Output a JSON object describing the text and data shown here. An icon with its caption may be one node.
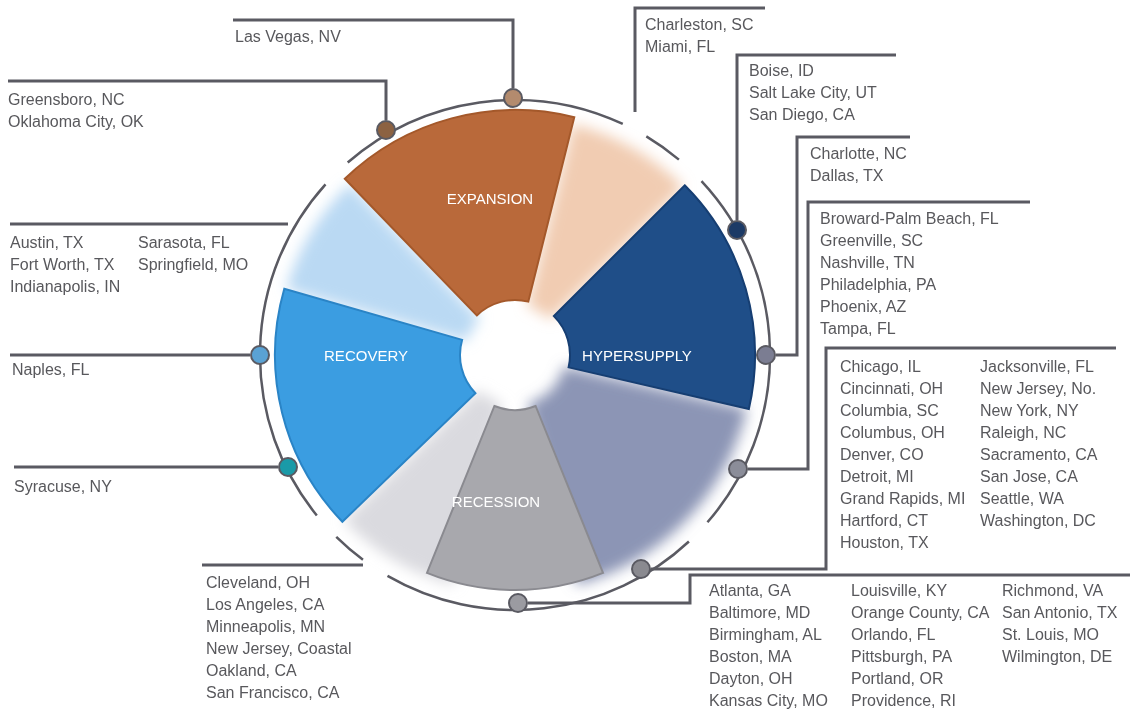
{
  "diagram": {
    "nodes": [
      {
        "text": [
          "Las Vegas, NV"
        ]
      },
      {
        "text": [
          "Greensboro, NC",
          "Oklahoma City, OK"
        ]
      },
      {
        "text": [
          "Charleston, SC",
          "Miami, FL"
        ]
      },
      {
        "text": [
          "Boise, ID",
          "Salt Lake City, UT",
          "San Diego, CA"
        ]
      },
      {
        "text": [
          "Charlotte, NC",
          "Dallas, TX"
        ]
      },
      {
        "text": [
          "Broward-Palm Beach, FL",
          "Greenville, SC",
          "Nashville, TN",
          "Philadelphia, PA",
          "Phoenix, AZ",
          "Tampa, FL"
        ]
      },
      {
        "text": [
          "Austin, TX",
          "Fort Worth, TX",
          "Indianapolis, IN",
          "Sarasota, FL",
          "Springfield, MO"
        ]
      },
      {
        "text": [
          "EXPANSION"
        ]
      },
      {
        "text": [
          "RECOVERY"
        ]
      },
      {
        "text": [
          "HYPERSUPPLY"
        ]
      },
      {
        "text": [
          "Naples, FL"
        ]
      },
      {
        "text": [
          "Chicago, IL",
          "Cincinnati, OH",
          "Columbia, SC",
          "Columbus, OH",
          "Denver, CO",
          "Detroit, MI",
          "Grand Rapids, MI",
          "Hartford, CT",
          "Houston, TX",
          "Jacksonville, FL",
          "New Jersey, No.",
          "New York, NY",
          "Raleigh, NC",
          "Sacramento, CA",
          "San Jose, CA",
          "Seattle, WA",
          "Washington, DC"
        ]
      },
      {
        "text": [
          "Syracuse, NY"
        ]
      },
      {
        "text": [
          "RECESSION"
        ]
      },
      {
        "text": [
          "Cleveland, OH",
          "Los Angeles, CA",
          "Minneapolis, MN",
          "New Jersey, Coastal",
          "Oakland, CA",
          "San Francisco, CA"
        ]
      },
      {
        "text": [
          "Atlanta, GA",
          "Baltimore, MD",
          "Birmingham, AL",
          "Boston, MA",
          "Dayton, OH",
          "Kansas City, MO",
          "Louisville, KY",
          "Orange County, CA",
          "Orlando, FL",
          "Pittsburgh, PA",
          "Portland, OR",
          "Providence, RI",
          "Richmond, VA",
          "San Antonio, TX",
          "St. Louis, MO",
          "Wilmington, DE"
        ]
      },
      {
        "text": [],
        "shape": "circle"
      },
      {
        "text": [],
        "shape": "circle"
      },
      {
        "text": [],
        "shape": "circle"
      },
      {
        "text": [],
        "shape": "circle"
      },
      {
        "text": [],
        "shape": "circle"
      },
      {
        "text": [],
        "shape": "circle"
      },
      {
        "text": [],
        "shape": "circle"
      },
      {
        "text": [],
        "shape": "circle"
      },
      {
        "text": [],
        "shape": "circle"
      }
    ],
    "edges": [
      {
        "from": 0,
        "to": 16,
        "arrow": "none"
      },
      {
        "from": 1,
        "to": 17,
        "arrow": "none"
      },
      {
        "from": 2,
        "to": null,
        "arrow": "none"
      },
      {
        "from": 3,
        "to": 18,
        "arrow": "none"
      },
      {
        "from": 4,
        "to": 20,
        "arrow": "none"
      },
      {
        "from": 5,
        "to": 22,
        "arrow": "none"
      },
      {
        "from": 6,
        "to": null,
        "arrow": "none"
      },
      {
        "from": 10,
        "to": 19,
        "arrow": "none"
      },
      {
        "from": 11,
        "to": 23,
        "arrow": "none"
      },
      {
        "from": 12,
        "to": 21,
        "arrow": "none"
      },
      {
        "from": 14,
        "to": null,
        "arrow": "none"
      },
      {
        "from": 15,
        "to": 24,
        "arrow": "none"
      }
    ]
  }
}
